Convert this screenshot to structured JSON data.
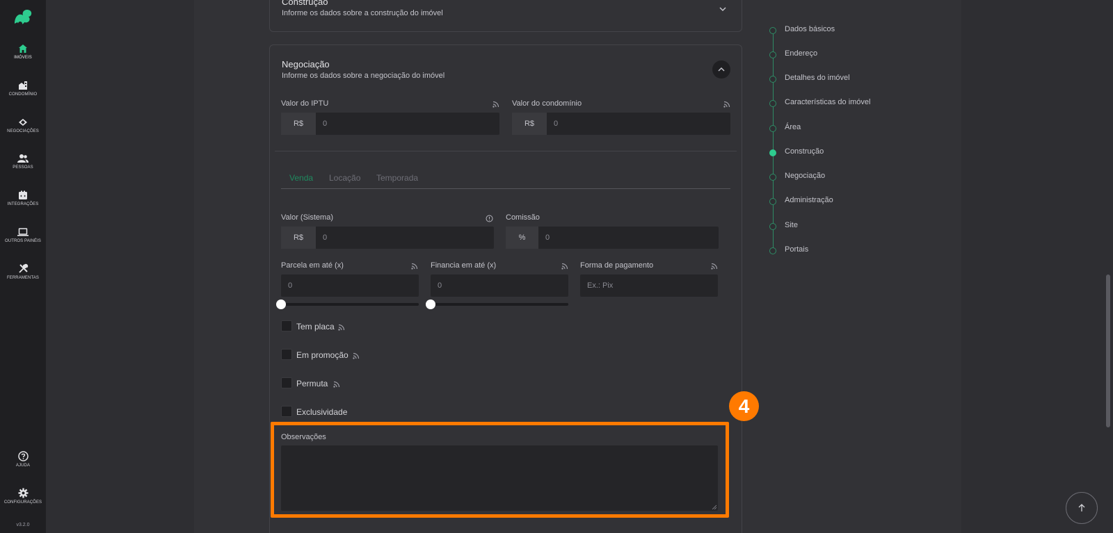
{
  "sidebar": {
    "items": [
      {
        "label": "IMÓVEIS",
        "icon": "home-icon"
      },
      {
        "label": "CONDOMÍNIO",
        "icon": "building-icon"
      },
      {
        "label": "NEGOCIAÇÕES",
        "icon": "handshake-icon"
      },
      {
        "label": "PESSOAS",
        "icon": "people-icon"
      },
      {
        "label": "INTEGRAÇÕES",
        "icon": "integration-icon"
      },
      {
        "label": "OUTROS PAINÉIS",
        "icon": "laptop-icon"
      },
      {
        "label": "FERRAMENTAS",
        "icon": "tools-icon"
      }
    ],
    "help_label": "AJUDA",
    "settings_label": "CONFIGURAÇÕES",
    "version": "v3.2.0"
  },
  "construction_card": {
    "title": "Construção",
    "subtitle": "Informe os dados sobre a construção do imóvel"
  },
  "negotiation_card": {
    "title": "Negociação",
    "subtitle": "Informe os dados sobre a negociação do imóvel",
    "iptu_label": "Valor do IPTU",
    "iptu_prefix": "R$",
    "iptu_value": "0",
    "condo_label": "Valor do condomínio",
    "condo_prefix": "R$",
    "condo_value": "0",
    "tabs": [
      "Venda",
      "Locação",
      "Temporada"
    ],
    "system_value_label": "Valor (Sistema)",
    "system_value_prefix": "R$",
    "system_value": "0",
    "commission_label": "Comissão",
    "commission_prefix": "%",
    "commission_value": "0",
    "installments_label": "Parcela em até (x)",
    "installments_value": "0",
    "financing_label": "Financia em até (x)",
    "financing_value": "0",
    "payment_label": "Forma de pagamento",
    "payment_placeholder": "Ex.: Pix",
    "checkboxes": [
      "Tem placa",
      "Em promoção",
      "Permuta",
      "Exclusividade"
    ],
    "notes_label": "Observações"
  },
  "annotation": {
    "step_number": "4",
    "color": "#ff7a00"
  },
  "stepper": {
    "steps": [
      "Dados básicos",
      "Endereço",
      "Detalhes do imóvel",
      "Características do imóvel",
      "Área",
      "Construção",
      "Negociação",
      "Administração",
      "Site",
      "Portais"
    ],
    "active_index": 5
  },
  "colors": {
    "accent": "#2ecc8f",
    "highlight": "#ff7a00"
  }
}
